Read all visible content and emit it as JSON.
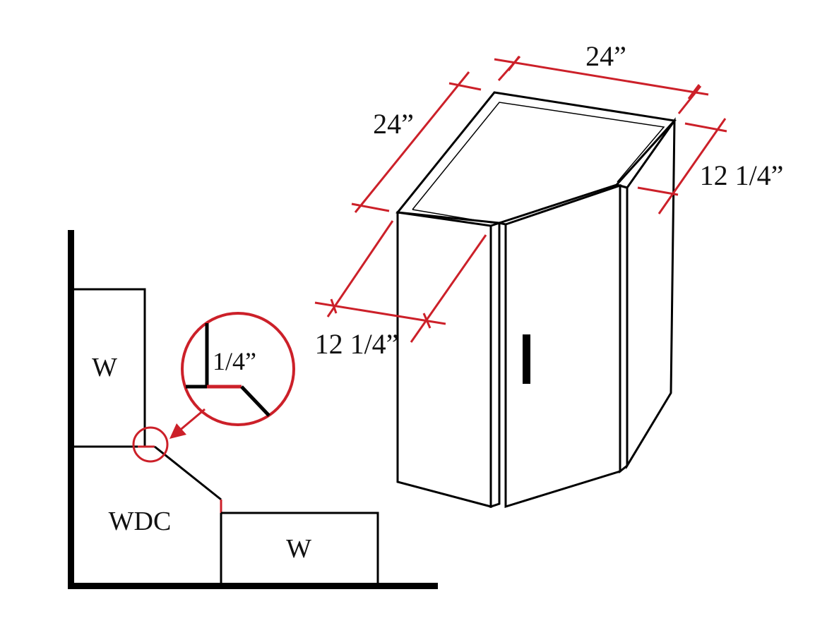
{
  "colors": {
    "accent": "#cc2029",
    "line": "#000000",
    "background": "#ffffff"
  },
  "plan_view": {
    "upper_left_cabinet_label": "W",
    "corner_cabinet_label": "WDC",
    "lower_right_cabinet_label": "W",
    "detail_callout_label": "1/4”"
  },
  "cabinet_view": {
    "back_width_label": "24”",
    "left_depth_label": "24”",
    "right_side_label": "12 1/4”",
    "left_side_label": "12 1/4”"
  }
}
